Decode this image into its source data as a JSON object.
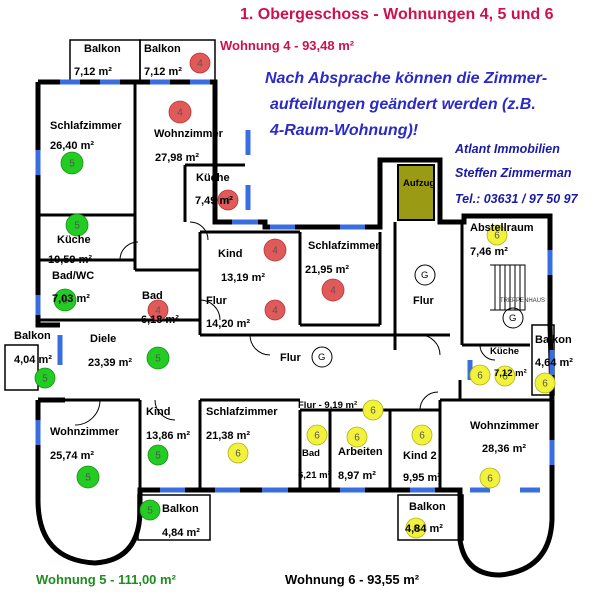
{
  "title": "1. Obergeschoss - Wohnungen 4, 5 und 6",
  "note": [
    "Nach Absprache können die Zimmer-",
    "aufteilungen geändert werden (z.B.",
    "4-Raum-Wohnung)!"
  ],
  "contact": {
    "company": "Atlant Immobilien",
    "person": "Steffen Zimmerman",
    "phone": "Tel.: 03631 / 97 50 97"
  },
  "apartments": {
    "w4": {
      "label": "Wohnung 4   -   93,48 m²",
      "color": "#e05050"
    },
    "w5": {
      "label": "Wohnung 5   -   111,00 m²",
      "color": "#22cc22"
    },
    "w6": {
      "label": "Wohnung 6   -   93,55 m²",
      "color": "#f2f23a"
    }
  },
  "rooms": [
    {
      "name": "Balkon",
      "area": "7,12 m²",
      "apt": "4"
    },
    {
      "name": "Balkon",
      "area": "7,12 m²",
      "apt": "4"
    },
    {
      "name": "Wohnzimmer",
      "area": "27,98 m²",
      "apt": "4"
    },
    {
      "name": "Küche",
      "area": "7,49 m²",
      "apt": "4"
    },
    {
      "name": "Kind",
      "area": "13,19 m²",
      "apt": "4"
    },
    {
      "name": "Schlafzimmer",
      "area": "21,95 m²",
      "apt": "4"
    },
    {
      "name": "Bad",
      "area": "6,18 m²",
      "apt": "4"
    },
    {
      "name": "Flur",
      "area": "14,20 m²",
      "apt": "4"
    },
    {
      "name": "Schlafzimmer",
      "area": "26,40 m²",
      "apt": "5"
    },
    {
      "name": "Küche",
      "area": "10,59 m²",
      "apt": "5"
    },
    {
      "name": "Bad/WC",
      "area": "7,03 m²",
      "apt": "5"
    },
    {
      "name": "Balkon",
      "area": "4,04 m²",
      "apt": "5"
    },
    {
      "name": "Diele",
      "area": "23,39 m²",
      "apt": "5"
    },
    {
      "name": "Wohnzimmer",
      "area": "25,74 m²",
      "apt": "5"
    },
    {
      "name": "Kind",
      "area": "13,86 m²",
      "apt": "5"
    },
    {
      "name": "Balkon",
      "area": "4,84 m²",
      "apt": "5"
    },
    {
      "name": "Abstellraum",
      "area": "7,46 m²",
      "apt": "6"
    },
    {
      "name": "Küche",
      "area": "7,12 m²",
      "apt": "6"
    },
    {
      "name": "Balkon",
      "area": "4,64 m²",
      "apt": "6"
    },
    {
      "name": "Schlafzimmer",
      "area": "21,38 m²",
      "apt": "6"
    },
    {
      "name": "Flur - 9,19 m²",
      "area": "",
      "apt": "6"
    },
    {
      "name": "Bad",
      "area": "6,21 m²",
      "apt": "6"
    },
    {
      "name": "Arbeiten",
      "area": "8,97 m²",
      "apt": "6"
    },
    {
      "name": "Kind 2",
      "area": "9,95 m²",
      "apt": "6"
    },
    {
      "name": "Wohnzimmer",
      "area": "28,36 m²",
      "apt": "6"
    },
    {
      "name": "Balkon",
      "area": "4,84 m²",
      "apt": "6"
    }
  ],
  "common": {
    "aufzug": "Aufzug",
    "flur": "Flur",
    "treppenhaus": "TREPPENHAUS",
    "gas": "G"
  }
}
